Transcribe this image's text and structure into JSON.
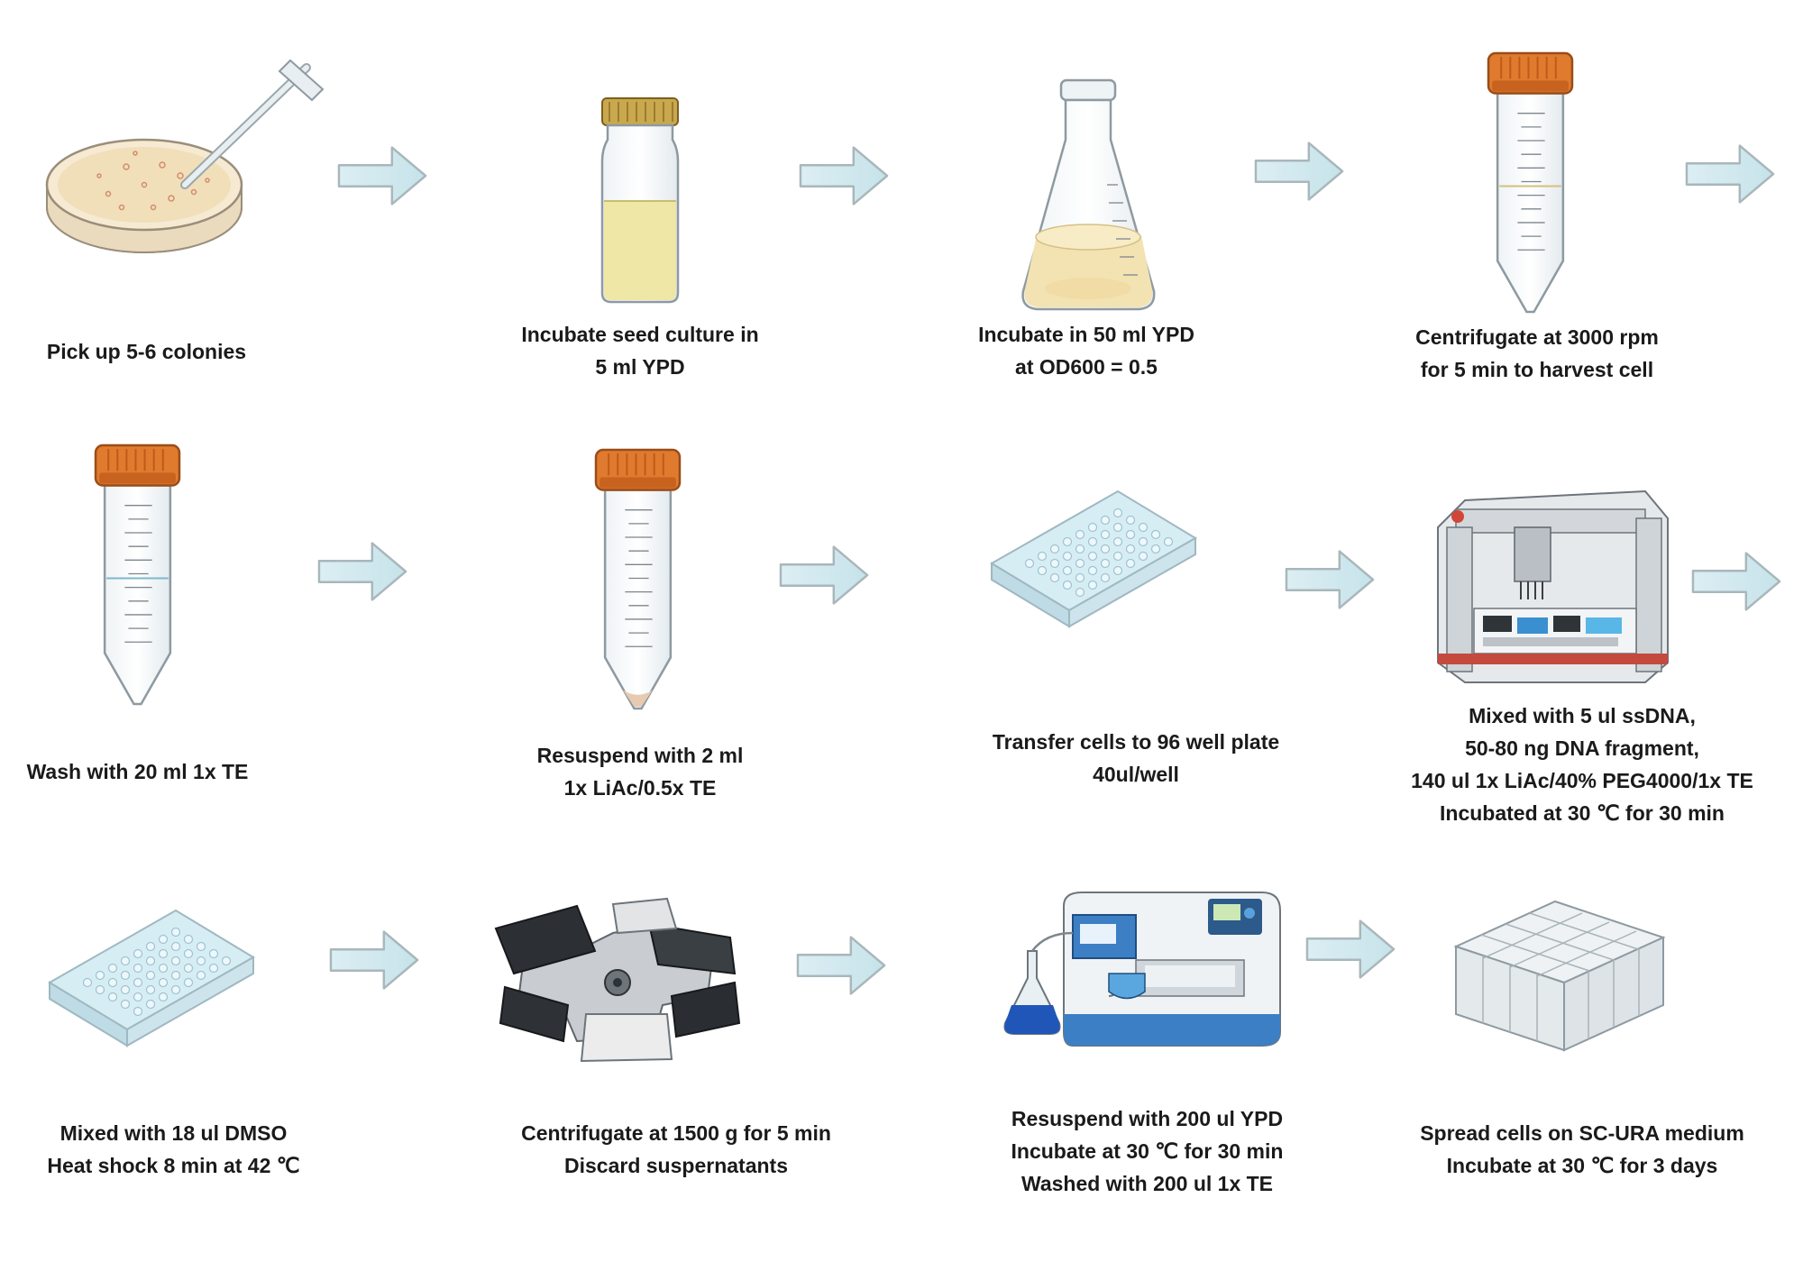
{
  "steps": [
    {
      "lines": [
        "Pick up 5-6 colonies"
      ],
      "icon": "petri-dish-icon"
    },
    {
      "lines": [
        "Incubate seed culture in",
        "5 ml YPD"
      ],
      "icon": "culture-vial-icon"
    },
    {
      "lines": [
        "Incubate in 50 ml YPD",
        "at OD600 = 0.5"
      ],
      "icon": "erlenmeyer-flask-icon"
    },
    {
      "lines": [
        "Centrifugate at 3000 rpm",
        "for 5 min to harvest cell"
      ],
      "icon": "centrifuge-tube-yellow-icon"
    },
    {
      "lines": [
        "Wash with 20 ml 1x TE"
      ],
      "icon": "centrifuge-tube-blue-icon"
    },
    {
      "lines": [
        "Resuspend with 2 ml",
        "1x LiAc/0.5x TE"
      ],
      "icon": "centrifuge-tube-pellet-icon"
    },
    {
      "lines": [
        "Transfer cells to 96 well plate",
        "40ul/well"
      ],
      "icon": "well-plate-icon"
    },
    {
      "lines": [
        "Mixed with 5 ul ssDNA,",
        "50-80 ng DNA fragment,",
        "140 ul 1x LiAc/40% PEG4000/1x TE",
        "Incubated at 30 ℃ for 30 min"
      ],
      "icon": "liquid-handler-robot-icon"
    },
    {
      "lines": [
        "Mixed with 18 ul DMSO",
        "Heat shock 8 min at 42 ℃"
      ],
      "icon": "well-plate-icon"
    },
    {
      "lines": [
        "Centrifugate at 1500 g for 5 min",
        "Discard suspernatants"
      ],
      "icon": "plate-centrifuge-rotor-icon"
    },
    {
      "lines": [
        "Resuspend with 200 ul YPD",
        "Incubate at 30 ℃ for 30 min",
        "Washed with 200 ul 1x TE"
      ],
      "icon": "plate-washer-icon"
    },
    {
      "lines": [
        "Spread cells on SC-URA medium",
        "Incubate at 30 ℃ for 3 days"
      ],
      "icon": "deep-well-plate-icon"
    }
  ],
  "colors": {
    "arrow_fill": "#d3eaf0",
    "arrow_stroke": "#a9b7bb",
    "tube_cap": "#e07a2e",
    "medium_yellow": "#f3e6a6",
    "medium_blue": "#bfe3f2"
  }
}
